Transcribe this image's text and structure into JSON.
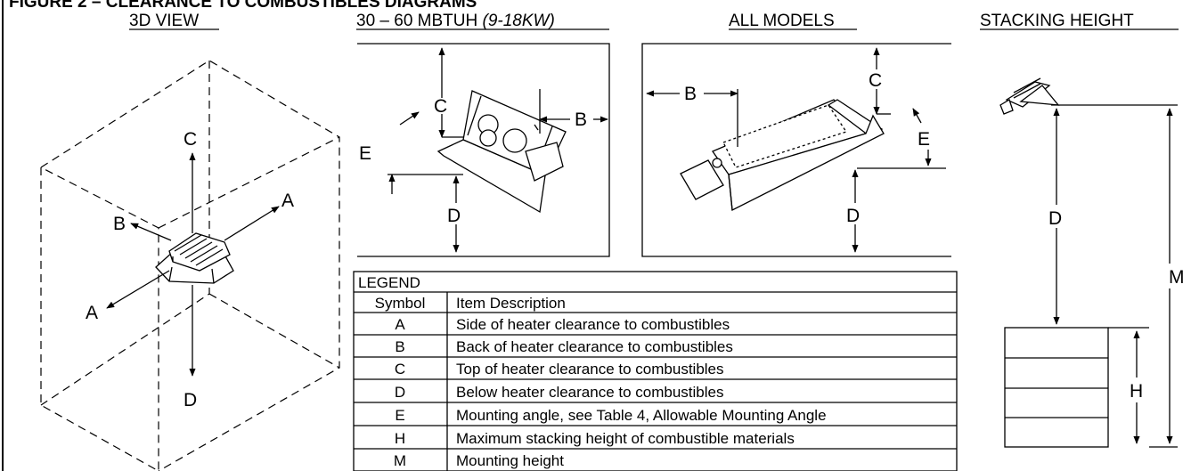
{
  "figure_title": "FIGURE 2 – CLEARANCE TO COMBUSTIBLES DIAGRAMS",
  "headers": {
    "view3d": "3D VIEW",
    "models_small_a": "30 – 60 MBTUH ",
    "models_small_b": "(9-18KW)",
    "all_models": "ALL MODELS",
    "stacking": "STACKING HEIGHT"
  },
  "labels": {
    "A": "A",
    "B": "B",
    "C": "C",
    "D": "D",
    "E": "E",
    "H": "H",
    "M": "M"
  },
  "legend": {
    "title": "LEGEND",
    "col_symbol": "Symbol",
    "col_desc": "Item Description",
    "rows": [
      {
        "symbol": "A",
        "desc": "Side of heater clearance to combustibles"
      },
      {
        "symbol": "B",
        "desc": "Back of heater clearance to combustibles"
      },
      {
        "symbol": "C",
        "desc": "Top of heater clearance to combustibles"
      },
      {
        "symbol": "D",
        "desc": "Below heater clearance to combustibles"
      },
      {
        "symbol": "E",
        "desc": "Mounting angle, see Table 4, Allowable Mounting Angle"
      },
      {
        "symbol": "H",
        "desc": "Maximum stacking height of combustible materials"
      },
      {
        "symbol": "M",
        "desc": "Mounting height"
      }
    ]
  }
}
